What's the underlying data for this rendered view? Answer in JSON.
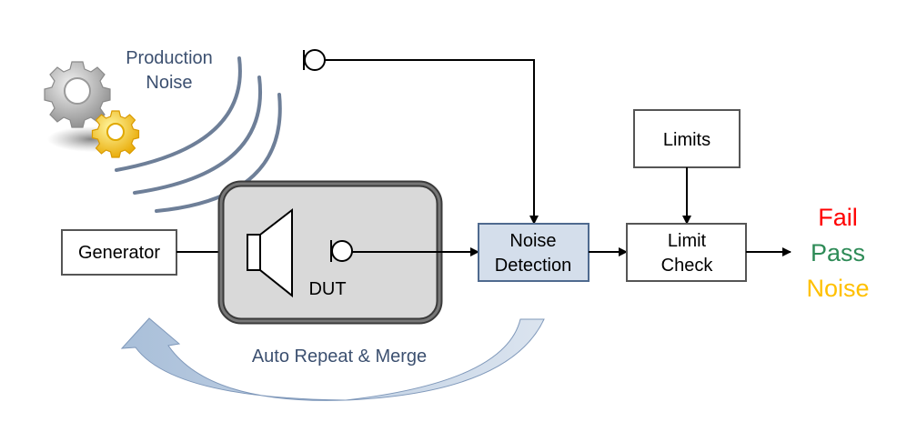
{
  "diagram": {
    "noise_source": {
      "label_line1": "Production",
      "label_line2": "Noise",
      "icon": "gears-icon"
    },
    "generator": {
      "label": "Generator"
    },
    "dut": {
      "label": "DUT"
    },
    "noise_detection": {
      "label_line1": "Noise",
      "label_line2": "Detection"
    },
    "limits": {
      "label": "Limits"
    },
    "limit_check": {
      "label_line1": "Limit",
      "label_line2": "Check"
    },
    "results": [
      {
        "label": "Fail",
        "color": "#ff0000"
      },
      {
        "label": "Pass",
        "color": "#2e8b57"
      },
      {
        "label": "Noise",
        "color": "#ffc000"
      }
    ],
    "loop": {
      "label": "Auto Repeat & Merge"
    },
    "colors": {
      "label_text": "#3c5070",
      "wave": "#6e7f98",
      "dut_fill": "#d9d9d9",
      "detection_fill": "#d4deeb",
      "loop_arrow": "#b0c4dc"
    }
  }
}
